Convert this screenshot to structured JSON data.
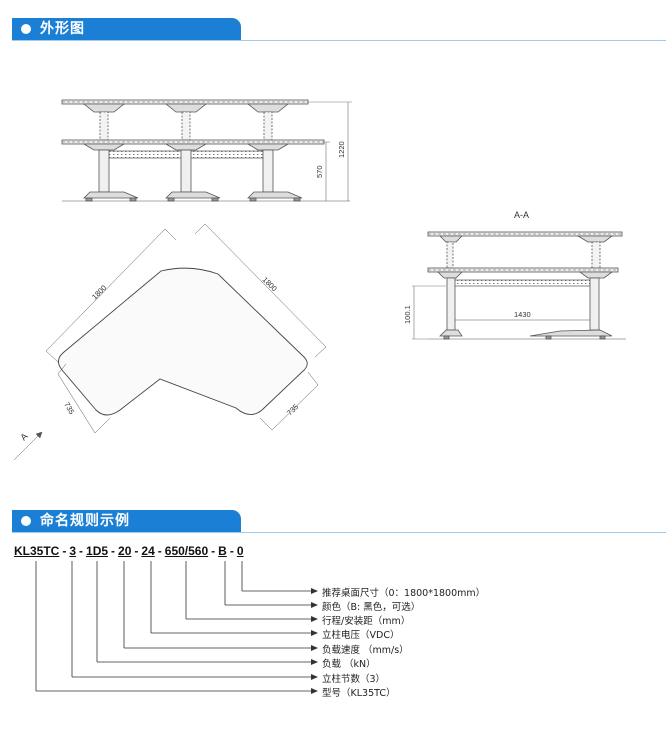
{
  "section1": {
    "title": "外形图"
  },
  "section2": {
    "title": "命名规则示例"
  },
  "drawing": {
    "dims": {
      "height_max": "1220",
      "height_min": "570",
      "side1": "1800",
      "side2": "1800",
      "depth1": "735",
      "depth2": "735",
      "section_label": "A-A",
      "section_height": "100.1",
      "section_width": "1430",
      "view_arrow": "A"
    }
  },
  "model_code": {
    "segments": [
      "KL35TC",
      "3",
      "1D5",
      "20",
      "24",
      "650/560",
      "B",
      "0"
    ],
    "separator": "-"
  },
  "legend": [
    "推荐桌面尺寸（0：1800*1800mm）",
    "颜色（B: 黑色，可选）",
    "行程/安装距（mm）",
    "立柱电压（VDC）",
    "负载速度 （mm/s）",
    "负载 （kN）",
    "立柱节数（3）",
    "型号（KL35TC）"
  ]
}
